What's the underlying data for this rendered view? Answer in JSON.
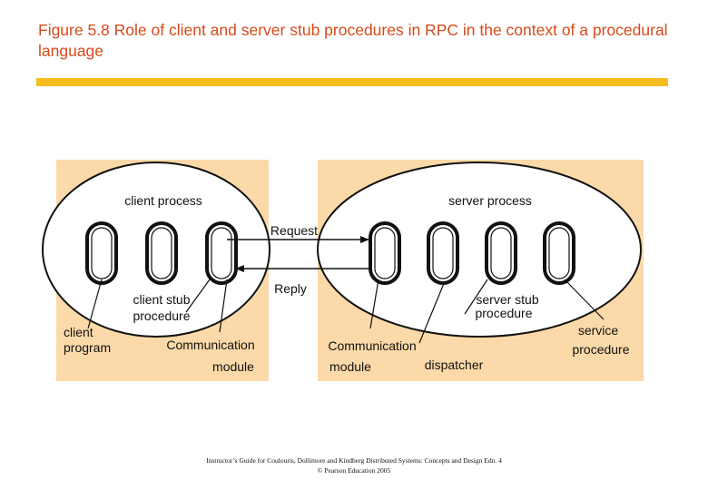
{
  "title": "Figure 5.8 Role of client and server stub procedures in RPC in the context of a procedural language",
  "diagram": {
    "client_process_label": "client process",
    "server_process_label": "server process",
    "request_label": "Request",
    "reply_label": "Reply",
    "client_stub_line1": "client stub",
    "client_stub_line2": "procedure",
    "client_program_line1": "client",
    "client_program_line2": "program",
    "client_comm_line1": "Communication",
    "client_comm_line2": "module",
    "server_stub_line1": "server stub",
    "server_stub_line2": "procedure",
    "server_comm_line1": "Communication",
    "server_comm_line2": "module",
    "dispatcher_label": "dispatcher",
    "service_line1": "service",
    "service_line2": "procedure"
  },
  "footer": {
    "line1": "Instructor’s Guide for Coulouris, Dollimore and Kindberg Distributed Systems: Concepts and Design Edn. 4",
    "line2": "© Pearson Education 2005"
  },
  "colors": {
    "title": "#d64a1a",
    "rule": "#f7bd1e",
    "panel": "#fbd9a8",
    "ink": "#111111"
  }
}
